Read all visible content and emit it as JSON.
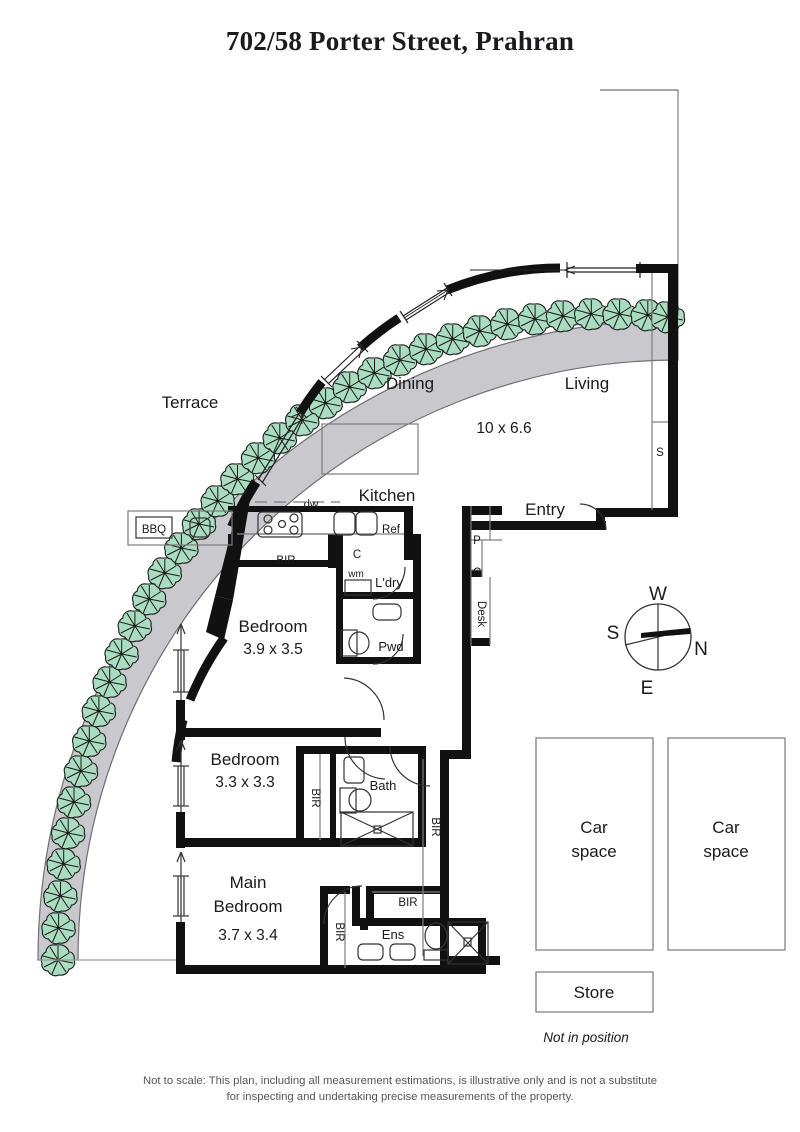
{
  "document": {
    "title": "702/58 Porter Street, Prahran",
    "type": "floor-plan"
  },
  "rooms": [
    {
      "id": "terrace",
      "label": "Terrace",
      "dimensions": ""
    },
    {
      "id": "dining",
      "label": "Dining",
      "dimensions": ""
    },
    {
      "id": "living",
      "label": "Living",
      "dimensions": "10 x 6.6"
    },
    {
      "id": "kitchen",
      "label": "Kitchen",
      "dimensions": ""
    },
    {
      "id": "entry",
      "label": "Entry",
      "dimensions": ""
    },
    {
      "id": "laundry",
      "label": "L'dry",
      "dimensions": ""
    },
    {
      "id": "powder",
      "label": "Pwd",
      "dimensions": ""
    },
    {
      "id": "bedroom-2",
      "label": "Bedroom",
      "dimensions": "3.9 x 3.5"
    },
    {
      "id": "bedroom-3",
      "label": "Bedroom",
      "dimensions": "3.3 x 3.3"
    },
    {
      "id": "main-bedroom",
      "label": "Main",
      "label2": "Bedroom",
      "dimensions": "3.7 x 3.4"
    },
    {
      "id": "bath",
      "label": "Bath",
      "dimensions": ""
    },
    {
      "id": "ensuite",
      "label": "Ens",
      "dimensions": ""
    }
  ],
  "fixtures": {
    "bbq": "BBQ",
    "dishwasher": "dw",
    "fridge": "Ref",
    "cupboard": "C",
    "washing_machine": "wm",
    "pantry": "P",
    "desk": "Desk",
    "store_small": "S",
    "bir": "BIR"
  },
  "built_in_robes": [
    {
      "id": "bir-kitchen",
      "label": "BIR",
      "orientation": "horizontal"
    },
    {
      "id": "bir-bed3",
      "label": "BIR",
      "orientation": "vertical"
    },
    {
      "id": "bir-hall",
      "label": "BIR",
      "orientation": "vertical"
    },
    {
      "id": "bir-ens-top",
      "label": "BIR",
      "orientation": "horizontal"
    },
    {
      "id": "bir-main",
      "label": "BIR",
      "orientation": "vertical"
    }
  ],
  "compass": {
    "north": "N",
    "south": "S",
    "east": "E",
    "west": "W",
    "needle_points_to": "N"
  },
  "parking": {
    "spaces": [
      {
        "id": "car-space-1",
        "line1": "Car",
        "line2": "space"
      },
      {
        "id": "car-space-2",
        "line1": "Car",
        "line2": "space"
      }
    ],
    "store": "Store",
    "note": "Not in position"
  },
  "disclaimer": {
    "line1": "Not to scale: This plan, including all measurement estimations, is illustrative only and is not a substitute",
    "line2": "for inspecting and undertaking precise measurements of the property."
  },
  "colors": {
    "hedge_fill": "#a9dcc0",
    "hedge_band": "#c9c9cd",
    "wall": "#111111",
    "thin_line": "#8c8c8c",
    "text": "#1a1a1a",
    "background": "#ffffff"
  }
}
